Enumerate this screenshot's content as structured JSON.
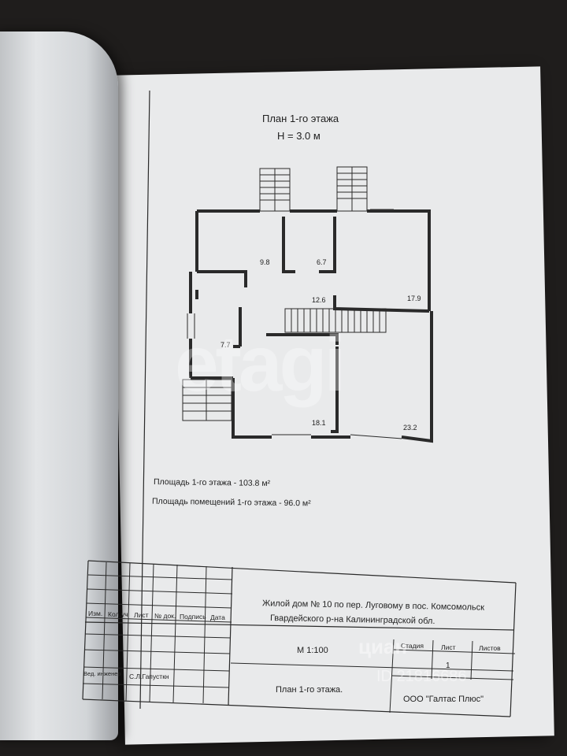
{
  "plan": {
    "title": "План 1-го этажа",
    "height": "H = 3.0 м",
    "rooms": [
      "9.8",
      "6.7",
      "12.6",
      "17.9",
      "7.7",
      "18.1",
      "23.2"
    ],
    "floor_area": "Площадь 1-го этажа  -  103.8 м²",
    "rooms_area": "Площадь помещений 1-го этажа  -  96.0 м²"
  },
  "stamp": {
    "headers": [
      "Изм.",
      "Кол.уч",
      "Лист",
      "№ док.",
      "Подпись",
      "Дата"
    ],
    "engineer_role": "Вед. инженер",
    "engineer_name": "С.Л.Гапусткн",
    "project_line1": "Жилой дом № 10 по пер. Луговому в пос. Комсомольск",
    "project_line2": "Гвардейского р-на  Калининградской обл.",
    "scale": "М  1:100",
    "stage_label": "Стадия",
    "sheet_label": "Лист",
    "sheets_label": "Листов",
    "sheet_value": "1",
    "sheet_name": "План 1-го этажа.",
    "company": "ООО \"Галтас Плюс\""
  },
  "watermarks": {
    "etagi": "etagi",
    "cian": "циан",
    "cian_id": "ID 21816686"
  }
}
